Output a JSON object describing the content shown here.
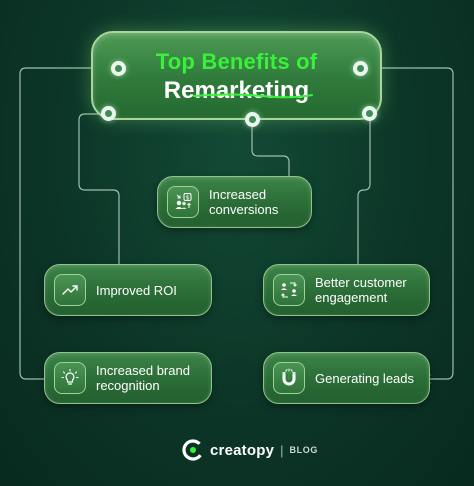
{
  "title": {
    "line1": "Top Benefits of",
    "line2": "Remarketing"
  },
  "benefits": [
    {
      "id": "increased-conversions",
      "lines": [
        "Increased",
        "conversions"
      ],
      "icon": "people-dollar-icon"
    },
    {
      "id": "improved-roi",
      "lines": [
        "Improved ROI"
      ],
      "icon": "trend-up-icon"
    },
    {
      "id": "better-customer-engagement",
      "lines": [
        "Better customer",
        "engagement"
      ],
      "icon": "exchange-people-icon"
    },
    {
      "id": "increased-brand-recognition",
      "lines": [
        "Increased brand",
        "recognition"
      ],
      "icon": "lightbulb-icon"
    },
    {
      "id": "generating-leads",
      "lines": [
        "Generating leads"
      ],
      "icon": "magnet-icon"
    }
  ],
  "footer": {
    "brand": "creatopy",
    "separator": "|",
    "section": "BLOG"
  },
  "colors": {
    "title_accent": "#39f03a",
    "background": "#0c3527",
    "card": "#2f7439"
  }
}
